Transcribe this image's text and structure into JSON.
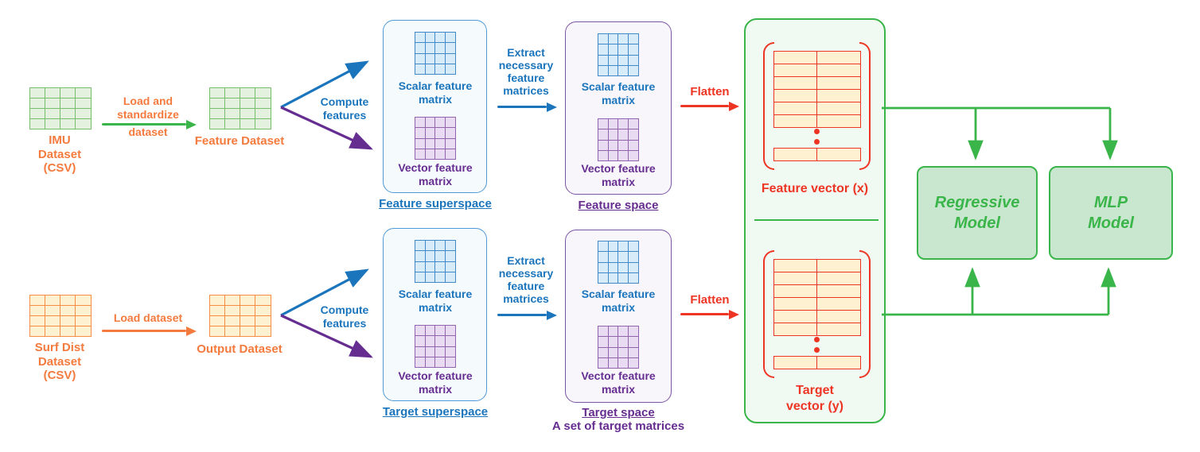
{
  "colors": {
    "green": "#3ab54a",
    "green-table-line": "#79be6d",
    "green-table-fill": "#e4f1df",
    "green-panel-fill": "#f0f9f2",
    "green-box-fill": "#c9e7cf",
    "orange": "#f47a3d",
    "orange-table-line": "#f58e44",
    "cream": "#fdf1d2",
    "blue": "#1b75bc",
    "blue-matrix-line": "#4189c9",
    "blue-matrix-fill": "#d8ebf8",
    "blue-panel-line": "#4f9ad8",
    "blue-panel-fill": "#f5fafd",
    "purple": "#662d91",
    "purple-matrix-line": "#9164ad",
    "purple-matrix-fill": "#e9dcf2",
    "purple-panel-line": "#7c55a4",
    "purple-panel-fill": "#f8f6fb",
    "red": "#ee3524"
  },
  "row1": {
    "source_label": "IMU\nDataset\n(CSV)",
    "load_label_above": "Load and\nstandardize",
    "load_label_below": "dataset",
    "result_label": "Feature Dataset",
    "compute_label": "Compute\nfeatures",
    "superspace": {
      "scalar_label": "Scalar feature\nmatrix",
      "vector_label": "Vector feature\nmatrix",
      "caption": "Feature superspace"
    },
    "extract_label": "Extract\nnecessary\nfeature\nmatrices",
    "space": {
      "scalar_label": "Scalar feature\nmatrix",
      "vector_label": "Vector feature\nmatrix",
      "caption": "Feature space"
    },
    "flatten_label": "Flatten",
    "vector_caption": "Feature vector (x)"
  },
  "row2": {
    "source_label": "Surf Dist\nDataset\n(CSV)",
    "load_label_above": "Load dataset",
    "load_label_below": "",
    "result_label": "Output Dataset",
    "compute_label": "Compute\nfeatures",
    "superspace": {
      "scalar_label": "Scalar feature\nmatrix",
      "vector_label": "Vector feature\nmatrix",
      "caption": "Target superspace"
    },
    "extract_label": "Extract\nnecessary\nfeature\nmatrices",
    "space": {
      "scalar_label": "Scalar feature\nmatrix",
      "vector_label": "Vector feature\nmatrix",
      "caption": "Target space",
      "subcaption": "A set of target matrices"
    },
    "flatten_label": "Flatten",
    "vector_caption": "Target\nvector (y)"
  },
  "models": {
    "regressive": "Regressive\nModel",
    "mlp": "MLP\nModel"
  }
}
